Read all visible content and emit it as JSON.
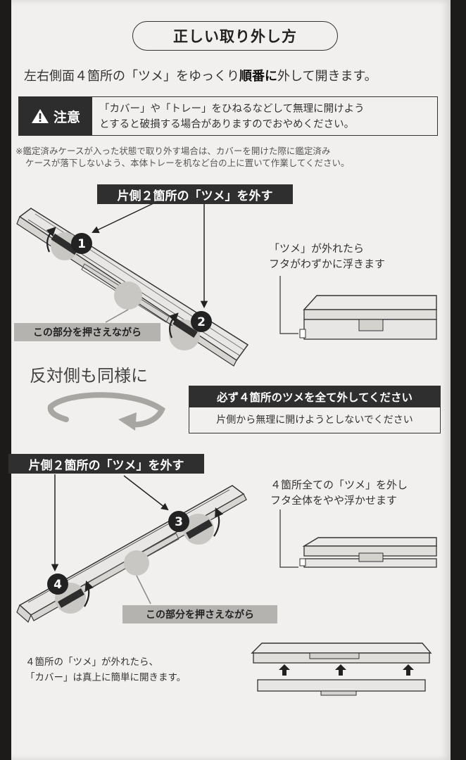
{
  "title": "正しい取り外し方",
  "intro": {
    "before": "左右側面４箇所の「ツメ」をゆっくり",
    "bold": "順番に",
    "after": "外して開きます。"
  },
  "caution": {
    "tag": "注意",
    "line1": "「カバー」や「トレー」をひねるなどして無理に開けよう",
    "line2": "とすると破損する場合がありますのでおやめください。"
  },
  "note": {
    "line1": "※鑑定済みケースが入った状態で取り外す場合は、カバーを開けた際に鑑定済み",
    "line2": "ケースが落下しないよう、本体トレーを机など台の上に置いて作業してください。"
  },
  "step1": {
    "label": "片側２箇所の「ツメ」を外す",
    "press_label": "この部分を押さえながら",
    "marker1": "1",
    "marker2": "2",
    "side_line1": "「ツメ」が外れたら",
    "side_line2": "フタがわずかに浮きます"
  },
  "same_side": "反対側も同様に",
  "must": {
    "head": "必ず４箇所のツメを全て外してください",
    "sub": "片側から無理に開けようとしないでください"
  },
  "step2": {
    "label": "片側２箇所の「ツメ」を外す",
    "press_label": "この部分を押さえながら",
    "marker3": "3",
    "marker4": "4",
    "side_line1": "４箇所全ての「ツメ」を外し",
    "side_line2": "フタ全体をやや浮かせます"
  },
  "final": {
    "line1": "４箇所の「ツメ」が外れたら、",
    "line2": "「カバー」は真上に簡単に開きます。"
  },
  "colors": {
    "paper": "#f2f0ee",
    "dark": "#2f2f2f",
    "grey_label": "#b5b3b0",
    "background": "#1d1b1a"
  }
}
